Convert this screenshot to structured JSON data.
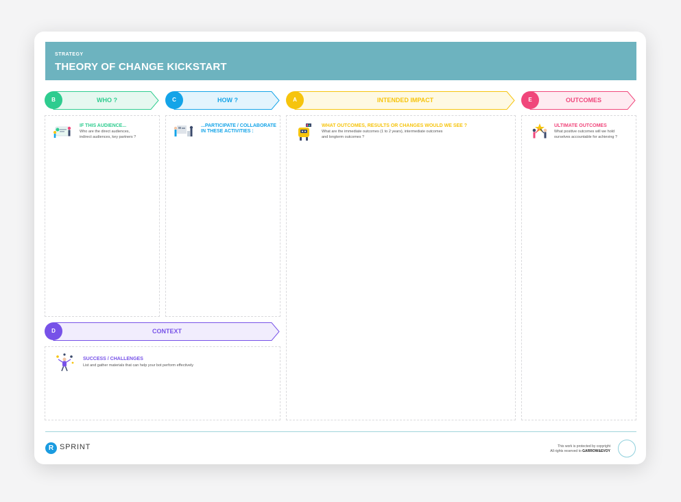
{
  "banner": {
    "subtitle": "STRATEGY",
    "title": "THEORY OF CHANGE KICKSTART"
  },
  "colors": {
    "banner": "#6db3bf",
    "who": "#2ecc8f",
    "how": "#14a4e8",
    "impact": "#f6c40d",
    "outcomes": "#f0467b",
    "context": "#7752e8"
  },
  "headers": {
    "who": {
      "letter": "B",
      "label": "WHO ?"
    },
    "how": {
      "letter": "C",
      "label": "HOW ?"
    },
    "impact": {
      "letter": "A",
      "label": "INTENDED IMPACT"
    },
    "outcomes": {
      "letter": "E",
      "label": "OUTCOMES"
    },
    "context": {
      "letter": "D",
      "label": "CONTEXT"
    }
  },
  "panels": {
    "who": {
      "heading": "IF THIS AUDIENCE...",
      "line1": "Who are the direct audiences,",
      "line2": "indirect audiences, key partners ?",
      "icon": "audience-illustration-icon"
    },
    "how": {
      "heading_line1": "...PARTICIPATE / COLLABORATE",
      "heading_line2": "IN THESE ACTIVITIES :",
      "icon": "collaboration-illustration-icon"
    },
    "impact": {
      "heading": "WHAT OUTCOMES, RESULTS OR CHANGES WOULD WE SEE ?",
      "line1": "What are the immediate outcomes (1 to 2 years), intermediate outcomes",
      "line2": "and longterm outcomes ?",
      "icon": "robot-results-illustration-icon"
    },
    "outcomes": {
      "heading": "ULTIMATE OUTCOMES",
      "line1": "What positive outcomes will we hold",
      "line2": "ourselves accountable for achieving ?",
      "icon": "achievement-illustration-icon"
    },
    "context": {
      "heading": "SUCCESS / CHALLENGES",
      "line1": "List and gather materials that can help your bot perform effectively",
      "icon": "juggling-person-illustration-icon"
    }
  },
  "footer": {
    "logo_letter": "R",
    "logo_text": "SPRINT",
    "copyright_line1": "This work is protected by copyright",
    "copyright_prefix": "All rights reserved to ",
    "copyright_owner": "GARROW&EVOY"
  }
}
